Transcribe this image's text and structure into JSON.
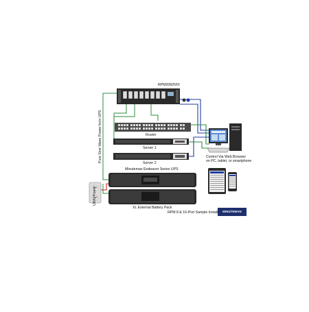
{
  "diagram": {
    "labels": {
      "pdu": "RPM2082NVI",
      "router": "Router",
      "server1": "Server 1",
      "server2": "Server 2",
      "ups": "Minuteman Endeavor Series UPS",
      "battery": "XL External Battery Pack",
      "caption": "RPM 8 & 16-Port Sample Installation",
      "computer": "Control Via Web Browser\non PC, tablet, or smartphone",
      "utility": "Utility Power",
      "ups_power": "Pure Sine Wave Power from UPS"
    },
    "logo_text": "MINUTEMAN",
    "colors": {
      "ethernet": "#1f3fa3",
      "network": "#2e8b3e",
      "power_feed": "#2e8b3e",
      "utility_line": "#d01818",
      "equipment_dark": "#2a2a2a",
      "equipment_mid": "#4a4a4a",
      "panel_light": "#dcdcdc"
    }
  }
}
